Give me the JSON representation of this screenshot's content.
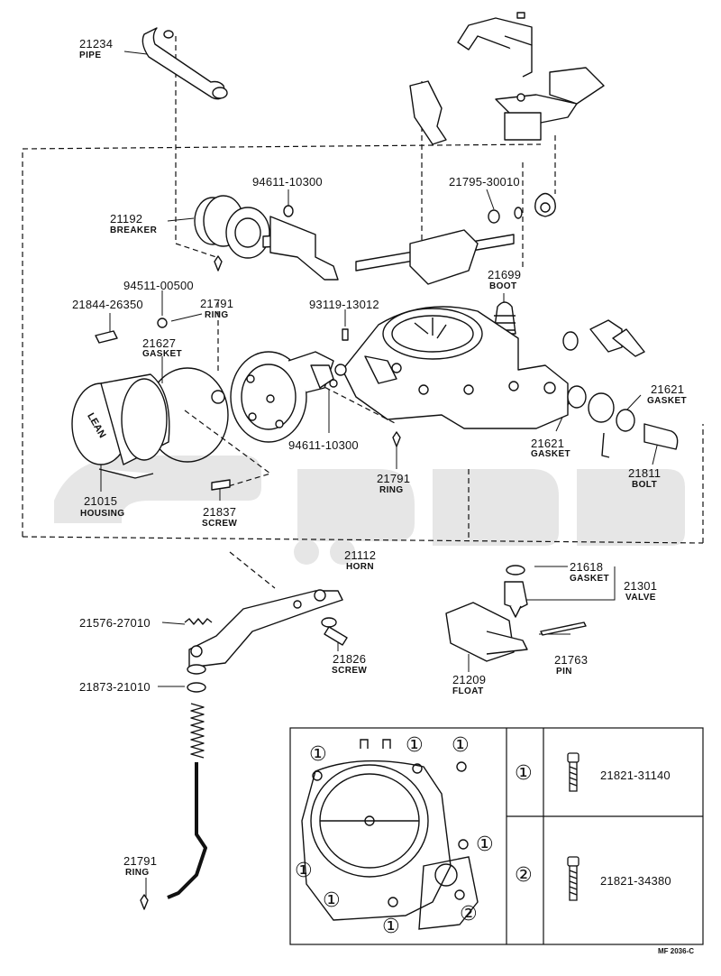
{
  "parts": [
    {
      "id": "p21234",
      "number": "21234",
      "name": "PIPE"
    },
    {
      "id": "p94611a",
      "number": "94611-10300",
      "name": ""
    },
    {
      "id": "p21795",
      "number": "21795-30010",
      "name": ""
    },
    {
      "id": "p21192",
      "number": "21192",
      "name": "BREAKER"
    },
    {
      "id": "p21699",
      "number": "21699",
      "name": "BOOT"
    },
    {
      "id": "p94511",
      "number": "94511-00500",
      "name": ""
    },
    {
      "id": "p21791a",
      "number": "21791",
      "name": "RING"
    },
    {
      "id": "p93119",
      "number": "93119-13012",
      "name": ""
    },
    {
      "id": "p21844",
      "number": "21844-26350",
      "name": ""
    },
    {
      "id": "p21627",
      "number": "21627",
      "name": "GASKET"
    },
    {
      "id": "p21621a",
      "number": "21621",
      "name": "GASKET"
    },
    {
      "id": "p94611b",
      "number": "94611-10300",
      "name": ""
    },
    {
      "id": "p21621b",
      "number": "21621",
      "name": "GASKET"
    },
    {
      "id": "p21811",
      "number": "21811",
      "name": "BOLT"
    },
    {
      "id": "p21791b",
      "number": "21791",
      "name": "RING"
    },
    {
      "id": "p21015",
      "number": "21015",
      "name": "HOUSING"
    },
    {
      "id": "p21837",
      "number": "21837",
      "name": "SCREW"
    },
    {
      "id": "p21112",
      "number": "21112",
      "name": "HORN"
    },
    {
      "id": "p21618",
      "number": "21618",
      "name": "GASKET"
    },
    {
      "id": "p21301",
      "number": "21301",
      "name": "VALVE"
    },
    {
      "id": "p21576",
      "number": "21576-27010",
      "name": ""
    },
    {
      "id": "p21826",
      "number": "21826",
      "name": "SCREW"
    },
    {
      "id": "p21763",
      "number": "21763",
      "name": "PIN"
    },
    {
      "id": "p21209",
      "number": "21209",
      "name": "FLOAT"
    },
    {
      "id": "p21873",
      "number": "21873-21010",
      "name": ""
    },
    {
      "id": "p21791c",
      "number": "21791",
      "name": "RING"
    }
  ],
  "housing_text": "LEAN",
  "inset": {
    "marker_1": "①",
    "marker_2": "②",
    "table": [
      {
        "ref": "①",
        "part": "21821-31140"
      },
      {
        "ref": "②",
        "part": "21821-34380"
      }
    ]
  },
  "figure_code": "MF 2036-C"
}
